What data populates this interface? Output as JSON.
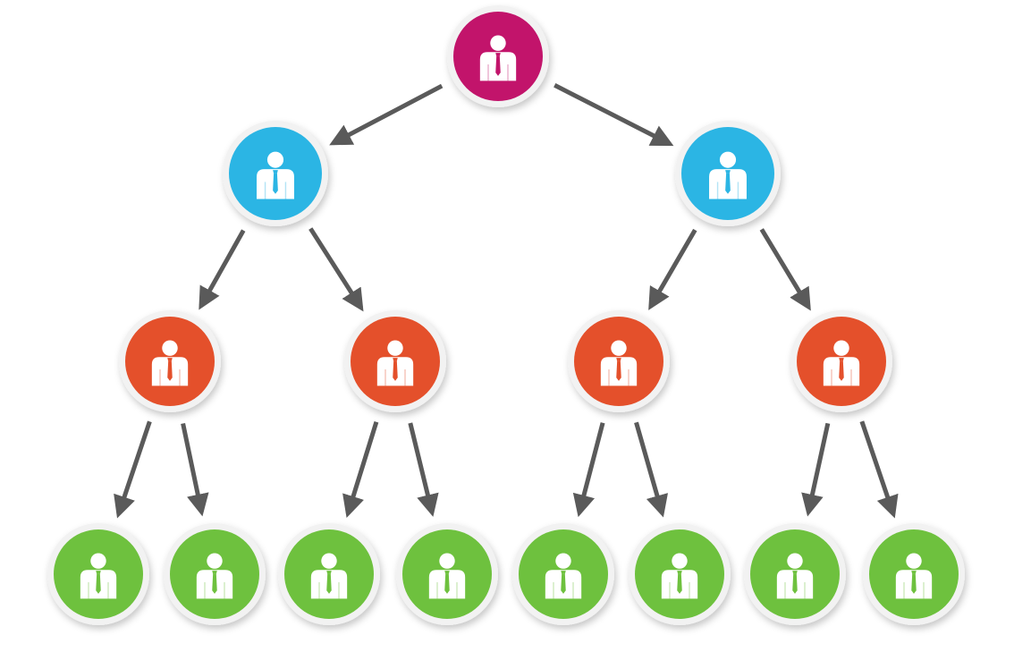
{
  "diagram": {
    "type": "hierarchy-tree",
    "arrow_color": "#5a5a5a",
    "node_ring_color": "#f2f2f2",
    "person_icon": "person-with-tie-icon",
    "levels": [
      {
        "name": "root",
        "color": "#c2146b",
        "count": 1
      },
      {
        "name": "level-2",
        "color": "#2bb5e4",
        "count": 2
      },
      {
        "name": "level-3",
        "color": "#e4502b",
        "count": 4
      },
      {
        "name": "level-4",
        "color": "#6ec13e",
        "count": 8
      }
    ]
  }
}
